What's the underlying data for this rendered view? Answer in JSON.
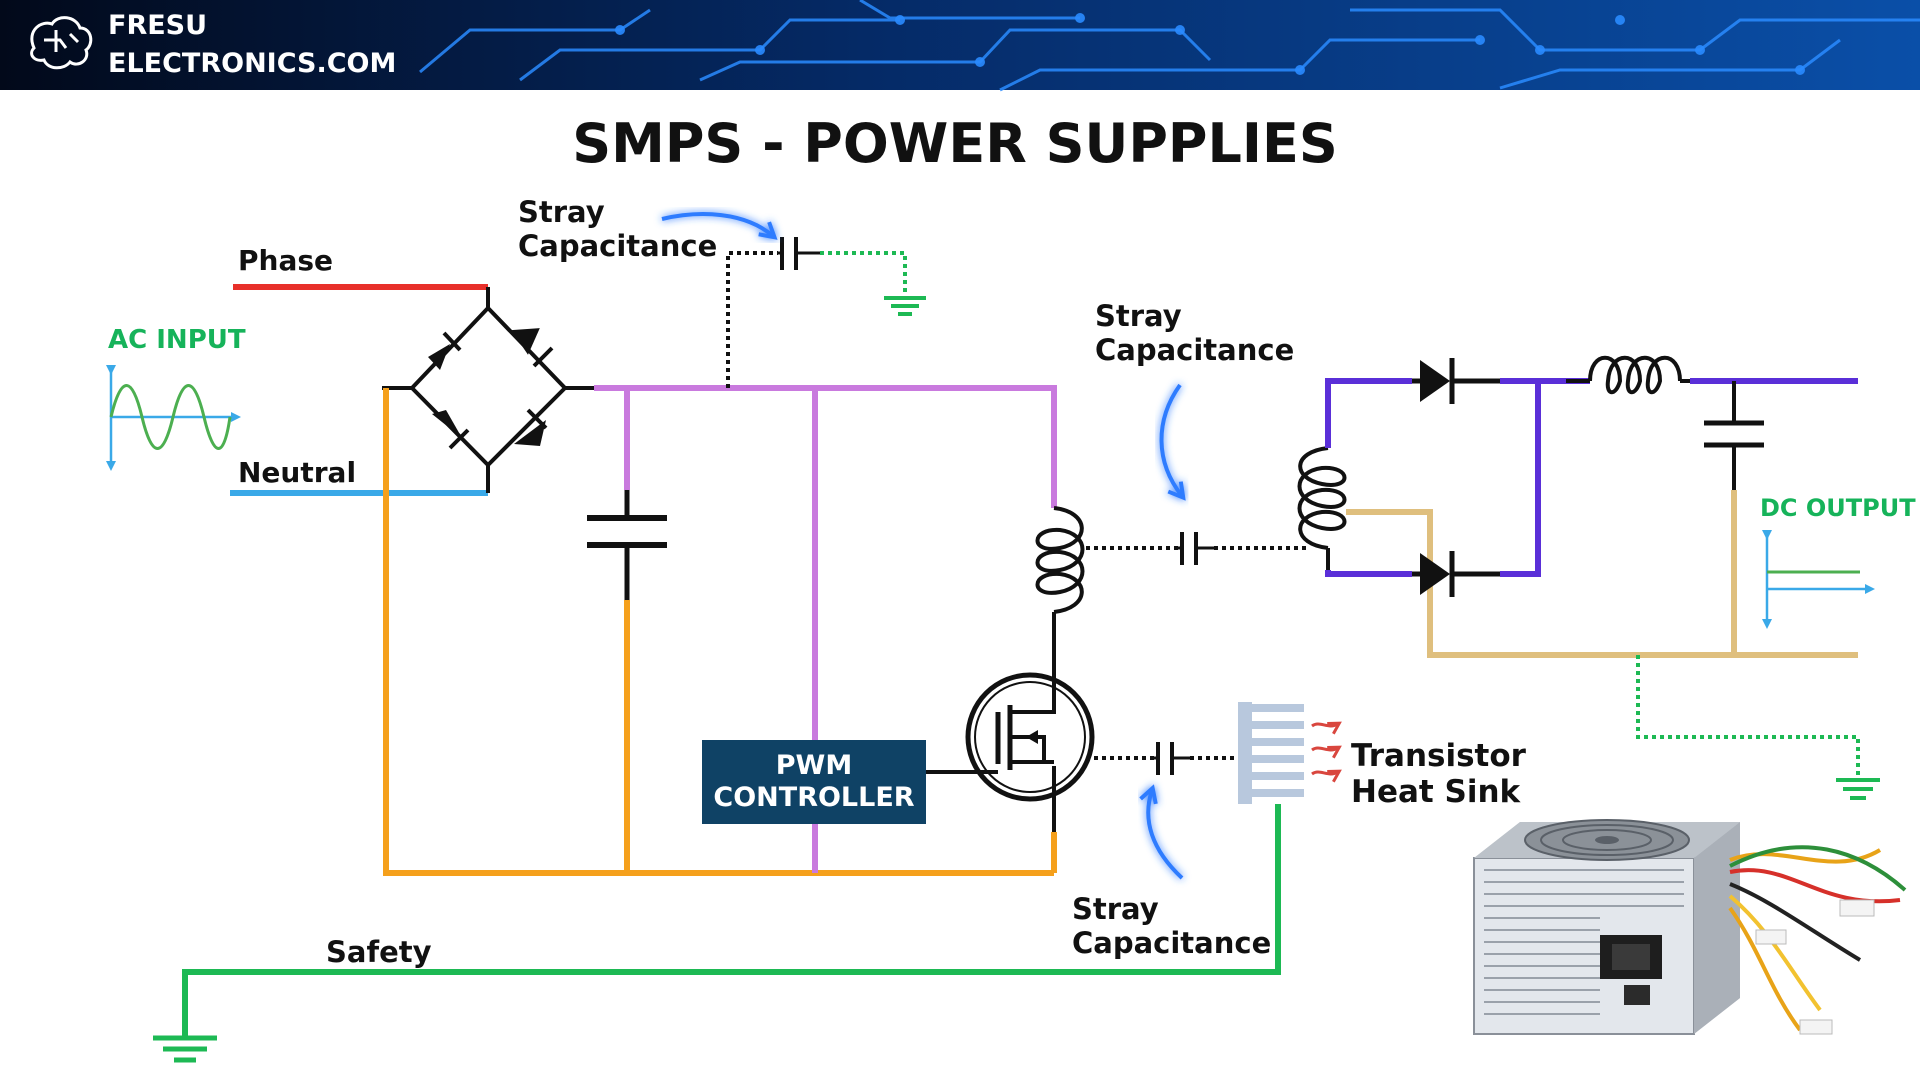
{
  "brand": {
    "line1": "FRESU",
    "line2": "ELECTRONICS.COM",
    "icon": "brain-circuit-icon"
  },
  "title": "SMPS - POWER SUPPLIES",
  "labels": {
    "phase": "Phase",
    "neutral": "Neutral",
    "ac_input": "AC INPUT",
    "dc_output": "DC OUTPUT",
    "safety": "Safety",
    "pwm_line1": "PWM",
    "pwm_line2": "CONTROLLER",
    "heatsink_line1": "Transistor",
    "heatsink_line2": "Heat Sink",
    "stray1_line1": "Stray",
    "stray1_line2": "Capacitance",
    "stray2_line1": "Stray",
    "stray2_line2": "Capacitance",
    "stray3_line1": "Stray",
    "stray3_line2": "Capacitance"
  },
  "colors": {
    "phase": "#e8302a",
    "neutral": "#3aa9e8",
    "orange": "#f5a01c",
    "violet": "#c97ade",
    "purple": "#5a2fd8",
    "tan": "#dfbf7e",
    "green": "#1db954",
    "accent_green": "#16b35a",
    "pwm_box": "#0f4265",
    "glow_blue": "#2f7bff",
    "heatsink": "#b8c8dd",
    "heat_arrow": "#d9463e"
  }
}
